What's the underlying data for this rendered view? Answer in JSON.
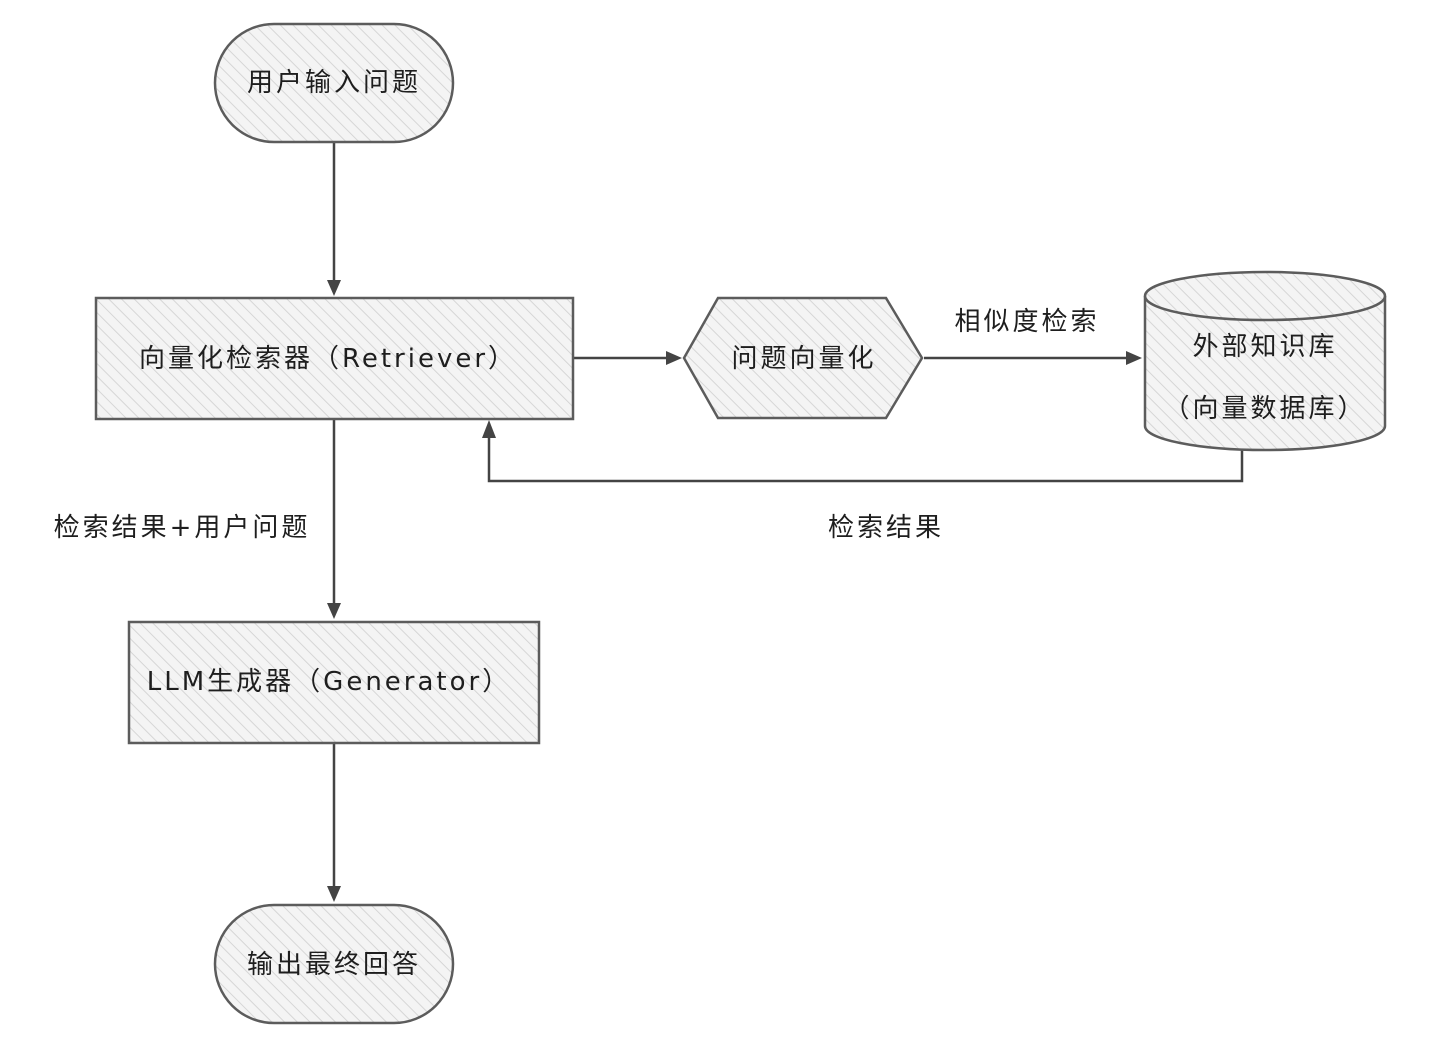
{
  "nodes": {
    "start": {
      "label": "用户输入问题"
    },
    "retriever": {
      "label": "向量化检索器（Retriever）"
    },
    "vectorize": {
      "label": "问题向量化"
    },
    "knowledge_base": {
      "label_line1": "外部知识库",
      "label_line2": "（向量数据库）"
    },
    "generator": {
      "label": "LLM生成器（Generator）"
    },
    "end": {
      "label": "输出最终回答"
    }
  },
  "edges": {
    "similarity_search": {
      "label": "相似度检索"
    },
    "search_result": {
      "label": "检索结果"
    },
    "result_plus_question": {
      "label": "检索结果+用户问题"
    }
  },
  "colors": {
    "stroke": "#5c5c5c",
    "hatch": "#d6d6d6",
    "fill": "#f4f4f4",
    "text": "#1e1e1e"
  }
}
